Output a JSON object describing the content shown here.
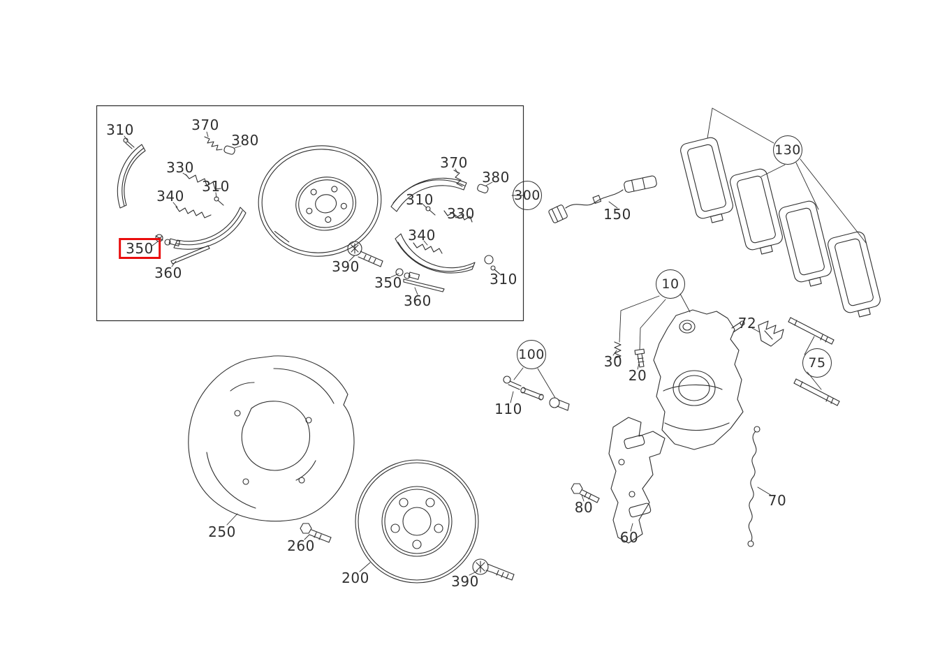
{
  "diagram": {
    "kind": "exploded-parts-diagram",
    "subject": "rear brake assembly with parking brake kit, disc, caliper and pads"
  },
  "colors": {
    "background": "#ffffff",
    "line": "#2e2e2e",
    "label": "#2f2f2f",
    "highlight": "#e90e0e"
  },
  "selected_callout": "350",
  "labels": [
    {
      "text": "310"
    },
    {
      "text": "370"
    },
    {
      "text": "380"
    },
    {
      "text": "330"
    },
    {
      "text": "310"
    },
    {
      "text": "340"
    },
    {
      "text": "350",
      "highlighted": true
    },
    {
      "text": "360"
    },
    {
      "text": "390"
    },
    {
      "text": "350"
    },
    {
      "text": "360"
    },
    {
      "text": "370"
    },
    {
      "text": "380"
    },
    {
      "text": "310"
    },
    {
      "text": "330"
    },
    {
      "text": "340"
    },
    {
      "text": "310"
    },
    {
      "text": "300",
      "circled": true
    },
    {
      "text": "150"
    },
    {
      "text": "130",
      "circled": true
    },
    {
      "text": "10",
      "circled": true
    },
    {
      "text": "100",
      "circled": true
    },
    {
      "text": "110"
    },
    {
      "text": "30"
    },
    {
      "text": "20"
    },
    {
      "text": "72"
    },
    {
      "text": "75",
      "circled": true
    },
    {
      "text": "70"
    },
    {
      "text": "80"
    },
    {
      "text": "60"
    },
    {
      "text": "250"
    },
    {
      "text": "260"
    },
    {
      "text": "200"
    },
    {
      "text": "390"
    }
  ]
}
